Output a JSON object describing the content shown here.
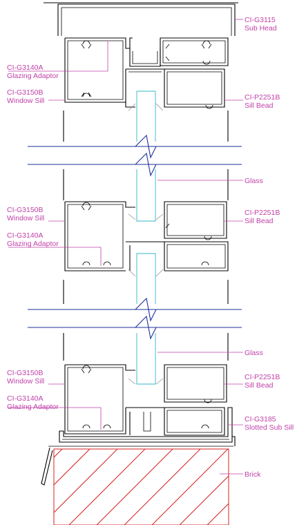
{
  "colors": {
    "label": "#c040a8",
    "glass": "#32b4c8",
    "break_line": "#1e2f9a",
    "brick": "#d42020",
    "profile": "#000000"
  },
  "labels": {
    "sub_head": {
      "code": "CI-G3115",
      "name": "Sub Head"
    },
    "adaptor_1": {
      "code": "CI-G3140A",
      "name": "Glazing Adaptor"
    },
    "sill_1": {
      "code": "CI-G3150B",
      "name": "Window Sill"
    },
    "bead_1": {
      "code": "CI-P2251B",
      "name": "Sill Bead"
    },
    "glass_1": {
      "name": "Glass"
    },
    "sill_2": {
      "code": "CI-G3150B",
      "name": "Window Sill"
    },
    "bead_2": {
      "code": "CI-P2251B",
      "name": "Sill Bead"
    },
    "adaptor_2": {
      "code": "CI-G3140A",
      "name": "Glazing Adaptor"
    },
    "glass_2": {
      "name": "Glass"
    },
    "sill_3": {
      "code": "CI-G3150B",
      "name": "Window Sill"
    },
    "bead_3": {
      "code": "CI-P2251B",
      "name": "Sill Bead"
    },
    "adaptor_3": {
      "code": "CI-G3140A",
      "name": "Glazing Adaptor"
    },
    "slotted": {
      "code": "CI-G3185",
      "name": "Slotted Sub Sill"
    },
    "brick": {
      "name": "Brick"
    }
  }
}
